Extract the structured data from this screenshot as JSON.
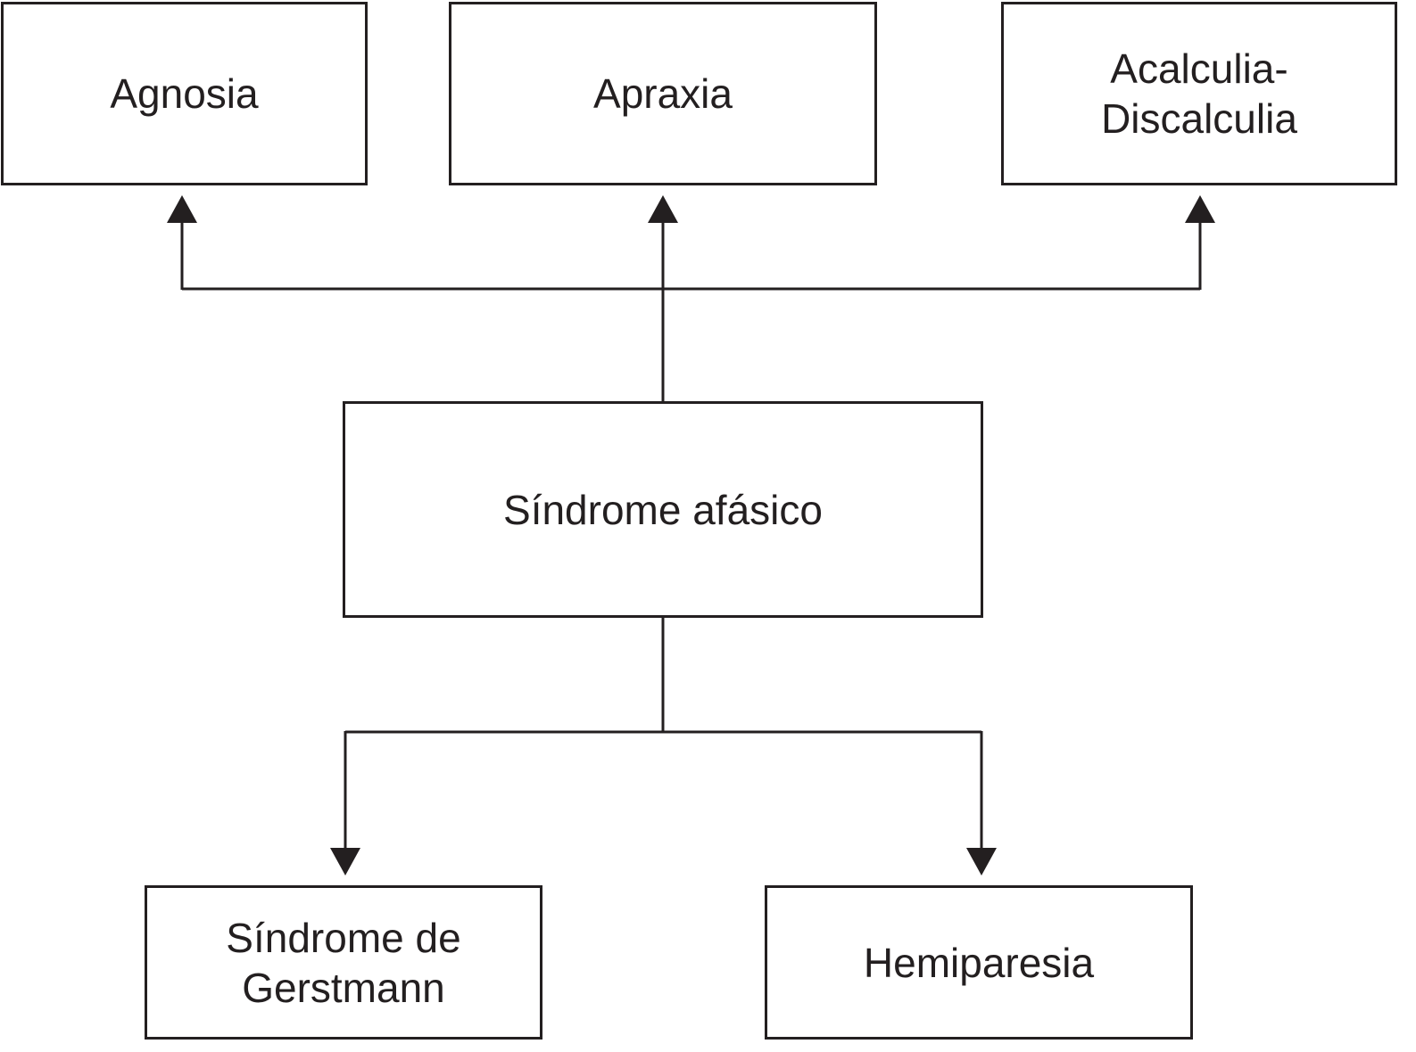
{
  "diagram": {
    "nodes": {
      "agnosia": {
        "lines": [
          "Agnosia"
        ]
      },
      "apraxia": {
        "lines": [
          "Apraxia"
        ]
      },
      "acalculia": {
        "lines": [
          "Acalculia-",
          "Discalculia"
        ]
      },
      "sindrome_afasico": {
        "lines": [
          "Síndrome afásico"
        ]
      },
      "gerstmann": {
        "lines": [
          "Síndrome de",
          "Gerstmann"
        ]
      },
      "hemiparesia": {
        "lines": [
          "Hemiparesia"
        ]
      }
    },
    "edges": [
      {
        "from": "sindrome_afasico",
        "to": "agnosia"
      },
      {
        "from": "sindrome_afasico",
        "to": "apraxia"
      },
      {
        "from": "sindrome_afasico",
        "to": "acalculia"
      },
      {
        "from": "sindrome_afasico",
        "to": "gerstmann"
      },
      {
        "from": "sindrome_afasico",
        "to": "hemiparesia"
      }
    ],
    "colors": {
      "stroke": "#231f20",
      "background": "#ffffff"
    }
  }
}
